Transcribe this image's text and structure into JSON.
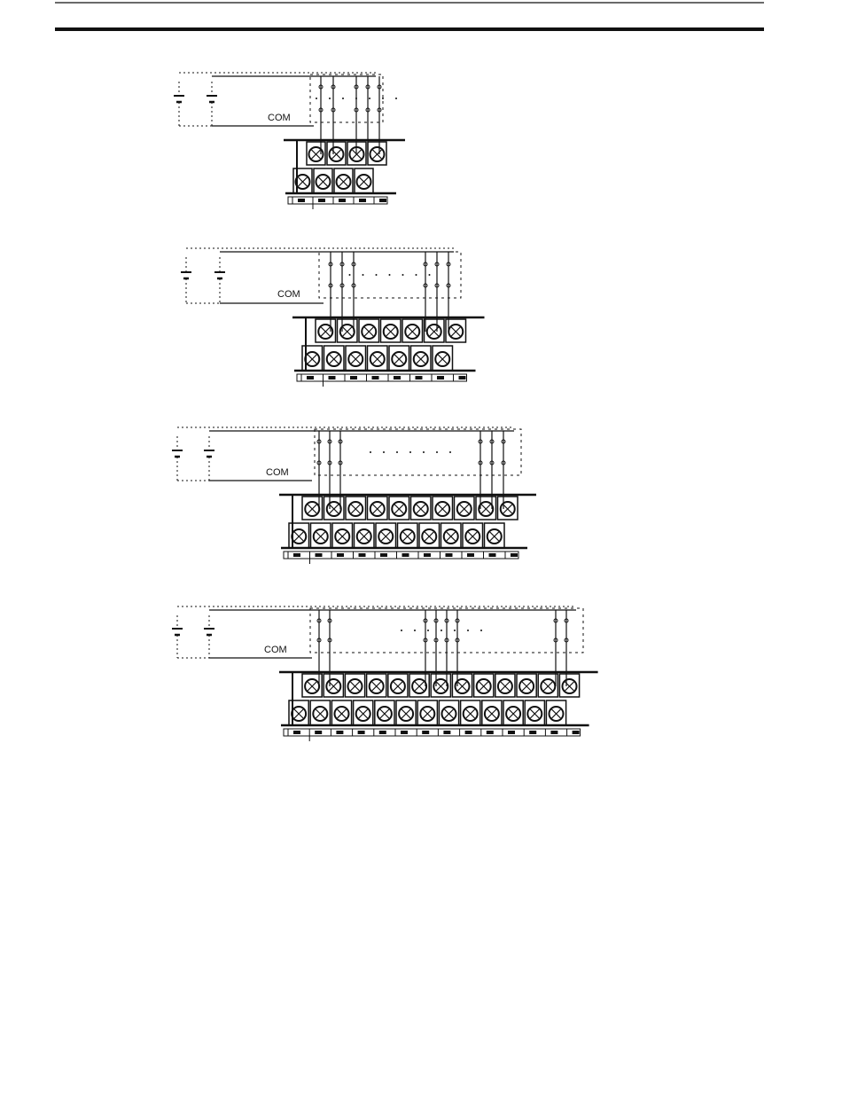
{
  "page": {
    "background": "#ffffff",
    "ink": "#111111"
  },
  "diagrams": [
    {
      "id": "diagram-1",
      "com_label": "COM",
      "upper_terminals": 4,
      "lower_terminals": 4
    },
    {
      "id": "diagram-2",
      "com_label": "COM",
      "upper_terminals": 7,
      "lower_terminals": 7
    },
    {
      "id": "diagram-3",
      "com_label": "COM",
      "upper_terminals": 10,
      "lower_terminals": 10
    },
    {
      "id": "diagram-4",
      "com_label": "COM",
      "upper_terminals": 13,
      "lower_terminals": 13
    }
  ]
}
